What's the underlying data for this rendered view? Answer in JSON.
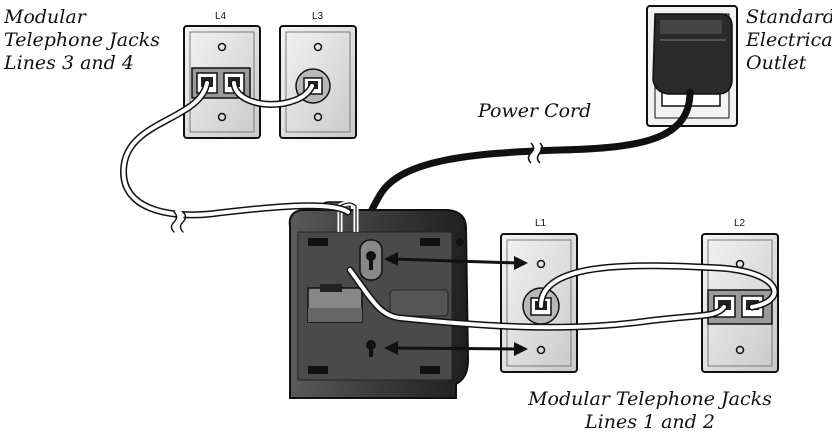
{
  "callouts": {
    "modular_jacks_3_4": {
      "line1": "Modular",
      "line2": "Telephone Jacks",
      "line3": "Lines 3 and 4"
    },
    "standard_outlet": {
      "line1": "Standard",
      "line2": "Electrical",
      "line3": "Outlet"
    },
    "power_cord": "Power Cord",
    "modular_jacks_1_2": {
      "line1": "Modular Telephone Jacks",
      "line2": "Lines 1 and 2"
    }
  },
  "jack_labels": {
    "l1": "L1",
    "l2": "L2",
    "l3": "L3",
    "l4": "L4"
  },
  "colors": {
    "line": "#111111",
    "plate": "#e3e3e3",
    "phone_body": "#3a3a3a",
    "cord": "#ffffff",
    "power_cord": "#111111"
  }
}
